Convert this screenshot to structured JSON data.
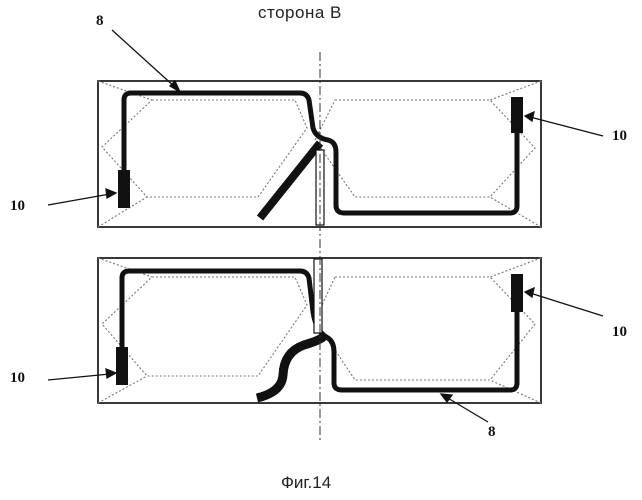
{
  "title": "сторона  В",
  "caption": "Фиг.14",
  "labels": {
    "wire_top": "8",
    "wire_bottom": "8",
    "pad_top_left": "10",
    "pad_top_right": "10",
    "pad_bottom_left": "10",
    "pad_bottom_right": "10"
  },
  "colors": {
    "line": "#111111",
    "outline": "#222222",
    "dotted": "#777777"
  }
}
